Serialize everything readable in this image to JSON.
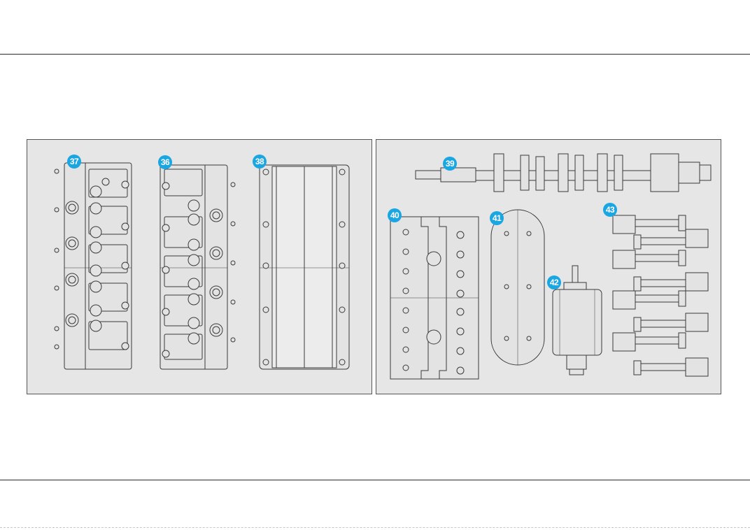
{
  "panels": [
    {
      "name": "cylinder-heads-panel",
      "callouts": [
        "37",
        "36",
        "38"
      ]
    },
    {
      "name": "engine-internals-panel",
      "callouts": [
        "39",
        "40",
        "41",
        "42",
        "43"
      ]
    }
  ],
  "callouts": {
    "c37": "37",
    "c36": "36",
    "c38": "38",
    "c39": "39",
    "c40": "40",
    "c41": "41",
    "c42": "42",
    "c43": "43"
  },
  "colors": {
    "callout": "#1aa6e0",
    "panel_bg": "#e6e6e6",
    "part_fill": "#e3e3e3",
    "line": "#3a3a3a"
  }
}
